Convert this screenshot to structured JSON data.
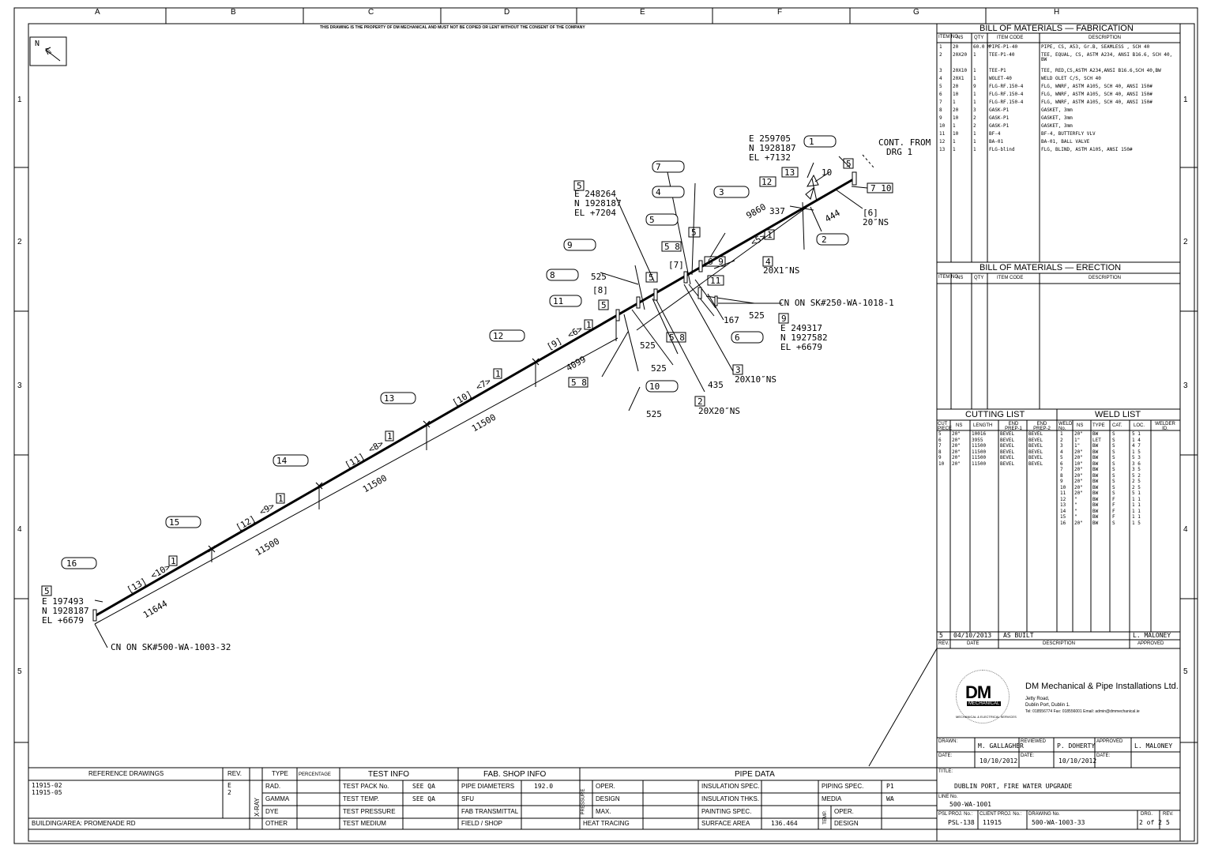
{
  "frame": {
    "columns": [
      "A",
      "B",
      "C",
      "D",
      "E",
      "F",
      "G",
      "H"
    ],
    "rows": [
      "1",
      "2",
      "3",
      "4",
      "5"
    ],
    "property_notice": "THIS DRAWING IS THE PROPERTY OF DM MECHANICAL AND MUST NOT BE COPIED OR LENT WITHOUT THE CONSENT OF THE COMPANY",
    "north": "N"
  },
  "iso": {
    "coords": [
      {
        "e": "E 259705",
        "n": "N 1928187",
        "el": "EL +7132"
      },
      {
        "e": "E 248264",
        "n": "N 1928187",
        "el": "EL +7204"
      },
      {
        "e": "E 249317",
        "n": "N 1927582",
        "el": "EL +6679"
      },
      {
        "e": "E 197493",
        "n": "N 1928187",
        "el": "EL +6679"
      }
    ],
    "cont_from": "CONT. FROM",
    "cont_drg": "DRG 1",
    "cn_1018": "CN ON SK#250-WA-1018-1",
    "cn_1003": "CN ON SK#500-WA-1003-32",
    "welds": [
      "1",
      "2",
      "3",
      "4",
      "5",
      "6",
      "7",
      "8",
      "9",
      "10",
      "11",
      "12",
      "13",
      "14",
      "15",
      "16"
    ],
    "items": [
      "1",
      "2",
      "3",
      "4",
      "5",
      "7 10",
      "12",
      "13",
      "10",
      "6 9",
      "5 8",
      "11",
      "9",
      "5",
      "5 8",
      "5"
    ],
    "dims": [
      "9860",
      "337",
      "444",
      "525",
      "525",
      "167",
      "525",
      "525",
      "435",
      "525",
      "4099",
      "11500",
      "11500",
      "11500",
      "11644"
    ],
    "sizes": [
      "[6]",
      "20″NS",
      "20X1″NS",
      "20X10″NS",
      "20X20″NS"
    ],
    "cuts": [
      "[13]",
      "<10>",
      "[12]",
      "<9>",
      "[11]",
      "<8>",
      "[10]",
      "<7>",
      "[9]",
      "<6>",
      "[8]",
      "[7]",
      "<5>"
    ]
  },
  "bom_fab": {
    "title": "BILL OF MATERIALS — FABRICATION",
    "headers": [
      "ITEM NO.",
      "NS",
      "QTY",
      "ITEM CODE",
      "DESCRIPTION"
    ],
    "rows": [
      [
        "1",
        "20",
        "60.0 M",
        "PIPE-P1-40",
        "PIPE, CS, A53, Gr.B, SEAMLESS , SCH 40"
      ],
      [
        "2",
        "20X20",
        "1",
        "TEE-P1-40",
        "TEE, EQUAL, CS, ASTM A234, ANSI B16.6, SCH 40, BW"
      ],
      [
        "3",
        "20X10",
        "1",
        "TEE-P1",
        "TEE, RED,CS,ASTM A234,ANSI B16.6,SCH 40,BW"
      ],
      [
        "4",
        "20X1",
        "1",
        "WOLET-40",
        "WELD OLET C/S, SCH 40"
      ],
      [
        "5",
        "20",
        "9",
        "FLG-RF.150-4",
        "FLG, WNRF, ASTM A105, SCH 40, ANSI 150#"
      ],
      [
        "6",
        "10",
        "1",
        "FLG-RF.150-4",
        "FLG, WNRF, ASTM A105, SCH 40, ANSI 150#"
      ],
      [
        "7",
        "1",
        "1",
        "FLG-RF.150-4",
        "FLG, WNRF, ASTM A105, SCH 40, ANSI 150#"
      ],
      [
        "8",
        "20",
        "3",
        "GASK-P1",
        "GASKET, 3mm"
      ],
      [
        "9",
        "10",
        "2",
        "GASK-P1",
        "GASKET, 3mm"
      ],
      [
        "10",
        "1",
        "2",
        "GASK-P1",
        "GASKET, 3mm"
      ],
      [
        "11",
        "10",
        "1",
        "BF-4",
        "BF-4, BUTTERFLY VLV"
      ],
      [
        "12",
        "1",
        "1",
        "BA-01",
        "BA-01, BALL VALVE"
      ],
      [
        "13",
        "1",
        "1",
        "FLG-blind",
        "FLG, BLIND, ASTM A105, ANSI 150#"
      ]
    ]
  },
  "bom_erect": {
    "title": "BILL OF MATERIALS — ERECTION",
    "headers": [
      "ITEM NO.",
      "NS",
      "QTY",
      "ITEM CODE",
      "DESCRIPTION"
    ]
  },
  "cutting": {
    "title": "CUTTING LIST",
    "headers": [
      "CUT PIECE",
      "NS",
      "LENGTH",
      "END PREP-1",
      "END PREP-2"
    ],
    "rows": [
      [
        "5",
        "20\"",
        "10016",
        "BEVEL",
        "BEVEL"
      ],
      [
        "6",
        "20\"",
        "3955",
        "BEVEL",
        "BEVEL"
      ],
      [
        "7",
        "20\"",
        "11500",
        "BEVEL",
        "BEVEL"
      ],
      [
        "8",
        "20\"",
        "11500",
        "BEVEL",
        "BEVEL"
      ],
      [
        "9",
        "20\"",
        "11500",
        "BEVEL",
        "BEVEL"
      ],
      [
        "10",
        "20\"",
        "11500",
        "BEVEL",
        "BEVEL"
      ]
    ]
  },
  "weld": {
    "title": "WELD LIST",
    "headers": [
      "WELD No.",
      "NS",
      "TYPE",
      "CAT.",
      "LOC.",
      "WELDER ID."
    ],
    "rows": [
      [
        "1",
        "20\"",
        "BW",
        "S",
        "5 1"
      ],
      [
        "2",
        "1\"",
        "LET",
        "S",
        "1 4"
      ],
      [
        "3",
        "1\"",
        "BW",
        "S",
        "4 7"
      ],
      [
        "4",
        "20\"",
        "BW",
        "S",
        "1 5"
      ],
      [
        "5",
        "20\"",
        "BW",
        "S",
        "5 3"
      ],
      [
        "6",
        "10\"",
        "BW",
        "S",
        "3 6"
      ],
      [
        "7",
        "20\"",
        "BW",
        "S",
        "3 5"
      ],
      [
        "8",
        "20\"",
        "BW",
        "S",
        "5 2"
      ],
      [
        "9",
        "20\"",
        "BW",
        "S",
        "2 5"
      ],
      [
        "10",
        "20\"",
        "BW",
        "S",
        "2 5"
      ],
      [
        "11",
        "20\"",
        "BW",
        "S",
        "5 1"
      ],
      [
        "12",
        "\"",
        "BW",
        "F",
        "1 1"
      ],
      [
        "13",
        "\"",
        "BW",
        "F",
        "1 1"
      ],
      [
        "14",
        "\"",
        "BW",
        "F",
        "1 1"
      ],
      [
        "15",
        "\"",
        "BW",
        "F",
        "1 1"
      ],
      [
        "16",
        "20\"",
        "BW",
        "S",
        "1 5"
      ]
    ]
  },
  "revision": {
    "rev": "5",
    "date": "04/10/2013",
    "desc": "AS BUILT",
    "approved": "L. MALONEY",
    "h_rev": "REV.",
    "h_date": "DATE",
    "h_desc": "DESCRIPTION",
    "h_app": "APPROVED"
  },
  "company": {
    "name": "DM Mechanical & Pipe Installations Ltd.",
    "addr1": "Jetty Road,",
    "addr2": "Dublin Port, Dublin 1.",
    "contact": "Tel: 018556774   Fax: 018556001   Email: admin@dmmechanical.ie",
    "logo": "DM",
    "logo_sub": "MECHANICAL",
    "logo_tag": "MECHANICAL & ELECTRICAL SERVICES"
  },
  "title_block": {
    "drawn_l": "DRAWN:",
    "drawn": "M. GALLAGHER",
    "reviewed_l": "REVIEWED",
    "reviewed": "P. DOHERTY",
    "approved_l": "APPROVED",
    "approved": "L. MALONEY",
    "date_l": "DATE:",
    "date1": "10/10/2012",
    "date2": "10/10/2012",
    "title_l": "TITLE:",
    "title": "DUBLIN PORT, FIRE WATER UPGRADE",
    "line_l": "LINE No.",
    "line": "500-WA-1001",
    "psl_l": "PSL PROJ. No.:",
    "psl": "PSL-138",
    "client_l": "CLIENT PROJ. No.:",
    "client": "11915",
    "drg_l": "DRAWING No.",
    "drg": "500-WA-1003-33",
    "sheet_l": "DRG.",
    "sheet": "2 of 2",
    "rev_l": "REV.",
    "rev": "5"
  },
  "bottom": {
    "ref_title": "REFERENCE DRAWINGS",
    "rev_title": "REV.",
    "refs": [
      "11915-02",
      "11915-05"
    ],
    "ref_revs": [
      "E",
      "2"
    ],
    "xray": "X-RAY",
    "type_h": "TYPE",
    "pct_h": "PERCENTAGE",
    "types": [
      "RAD.",
      "GAMMA",
      "DYE",
      "OTHER"
    ],
    "test_h": "TEST INFO",
    "test": [
      [
        "TEST PACK No.",
        "SEE QA"
      ],
      [
        "TEST TEMP.",
        "SEE QA"
      ],
      [
        "TEST PRESSURE",
        ""
      ],
      [
        "TEST MEDIUM",
        ""
      ]
    ],
    "fab_h": "FAB. SHOP INFO",
    "fab": [
      [
        "PIPE DIAMETERS",
        "192.0"
      ],
      [
        "SFU",
        ""
      ],
      [
        "FAB TRANSMITTAL",
        ""
      ],
      [
        "FIELD / SHOP",
        ""
      ]
    ],
    "pipe_h": "PIPE DATA",
    "pressure": "PRESSURE",
    "press": [
      "OPER.",
      "DESIGN",
      "MAX."
    ],
    "heat": "HEAT TRACING",
    "ins": [
      [
        "INSULATION SPEC.",
        ""
      ],
      [
        "INSULATION THKS.",
        ""
      ],
      [
        "PAINTING SPEC.",
        ""
      ],
      [
        "SURFACE AREA",
        "136.464"
      ]
    ],
    "pspec": [
      [
        "PIPING SPEC.",
        "P1"
      ],
      [
        "MEDIA",
        "WA"
      ]
    ],
    "temp": "TEMP.",
    "temps": [
      "OPER.",
      "DESIGN"
    ],
    "building": "BUILDING/AREA:   PROMENADE RD"
  }
}
